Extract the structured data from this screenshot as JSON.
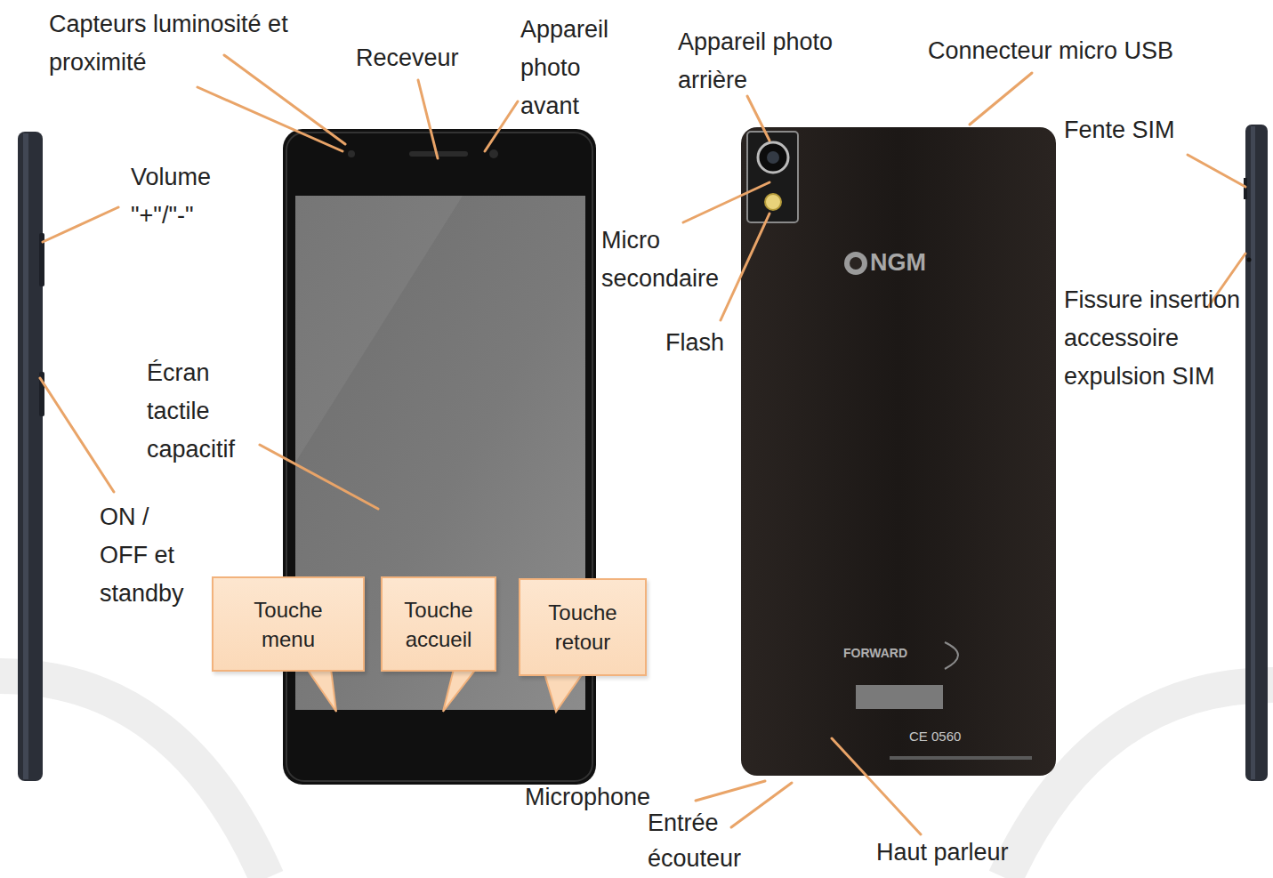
{
  "diagram": {
    "nodes": [
      {
        "text": [
          "Touche menu"
        ]
      },
      {
        "text": [
          "Touche accueil"
        ]
      },
      {
        "text": [
          "Touche retour"
        ]
      }
    ],
    "labels": [
      "Capteurs luminosité et proximité",
      "Receveur",
      "Appareil photo avant",
      "Appareil photo arrière",
      "Connecteur micro USB",
      "Fente SIM",
      "Volume \"+\"/\"-\"",
      "Micro secondaire",
      "Flash",
      "Fissure insertion accessoire expulsion SIM",
      "Écran tactile capacitif",
      "ON / OFF et standby",
      "Microphone",
      "Entrée écouteur",
      "Haut parleur",
      "NGM",
      "FORWARD",
      "CE 0560"
    ]
  }
}
